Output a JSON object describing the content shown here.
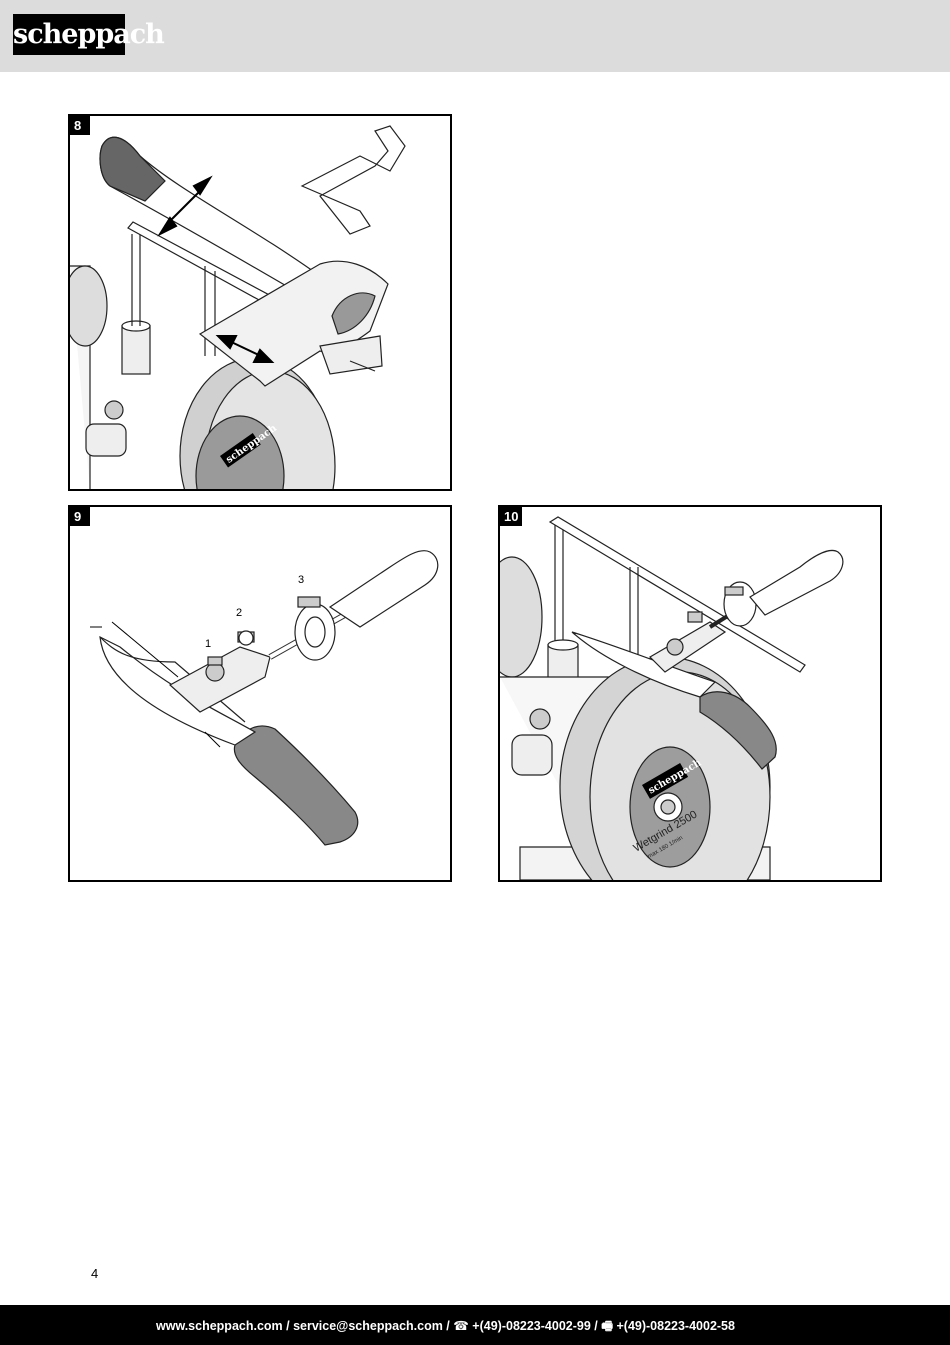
{
  "header": {
    "brand": "scheppach"
  },
  "figures": [
    {
      "number": "8"
    },
    {
      "number": "9",
      "callouts": [
        "1",
        "2",
        "3"
      ]
    },
    {
      "number": "10",
      "wheel_text": "Wetgrind 2500",
      "wheel_subtext": "max 180 1/min"
    }
  ],
  "wheel_label": {
    "brand": "scheppach"
  },
  "page_number": "4",
  "footer": {
    "contact": "www.scheppach.com / service@scheppach.com / ☎ +(49)-08223-4002-99 / 🖷 +(49)-08223-4002-58"
  }
}
